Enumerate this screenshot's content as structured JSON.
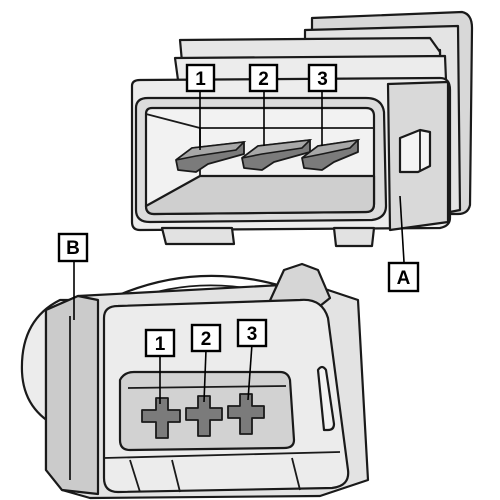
{
  "upper_connector": {
    "pin_labels": [
      "1",
      "2",
      "3"
    ],
    "component_label": "A"
  },
  "lower_connector": {
    "pin_labels": [
      "1",
      "2",
      "3"
    ],
    "component_label": "B"
  },
  "colors": {
    "outline": "#1a1a1a",
    "body_light": "#ececec",
    "body_mid": "#d6d6d6",
    "body_dark": "#bdbdbd",
    "pin_fill": "#7b7b7b"
  }
}
